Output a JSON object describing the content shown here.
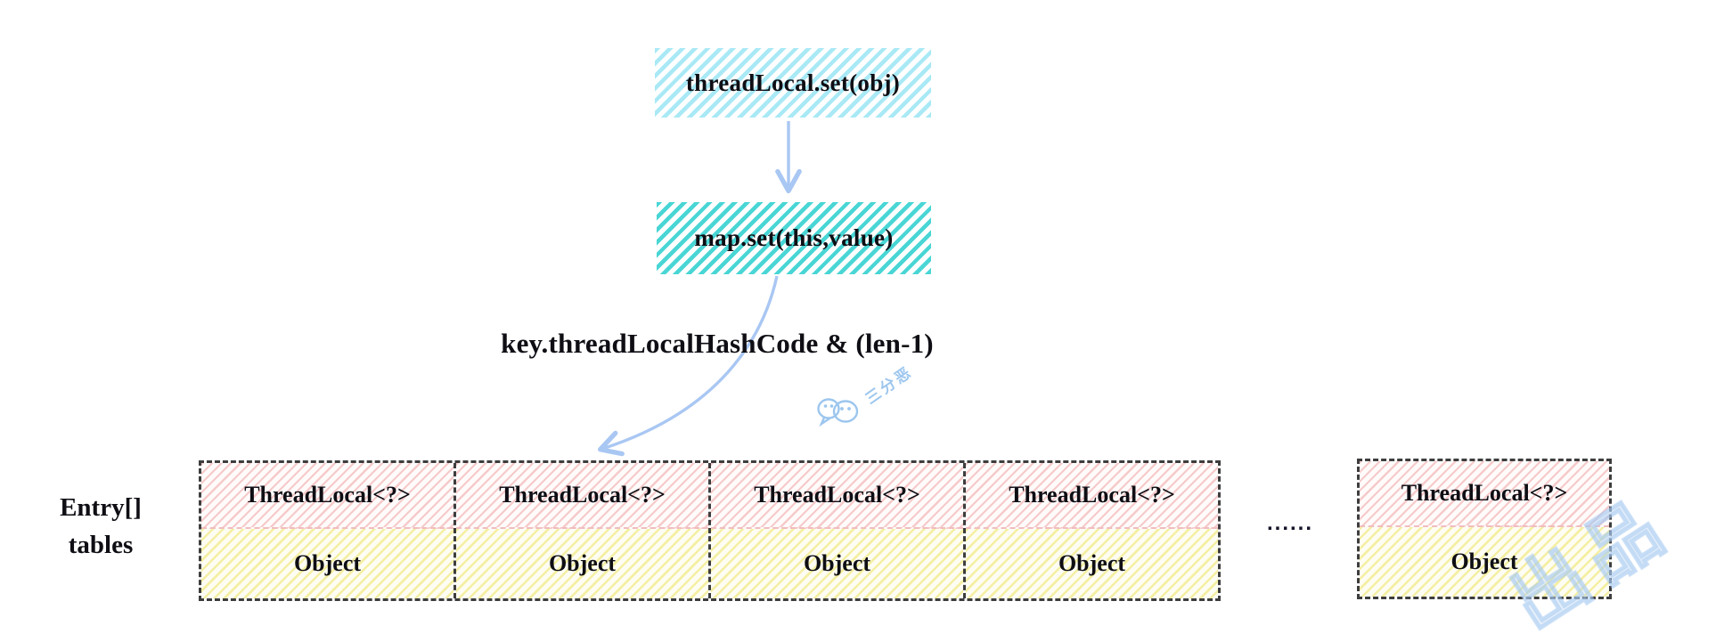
{
  "flow": {
    "step1": "threadLocal.set(obj)",
    "step2": "map.set(this,value)",
    "hash_label": "key.threadLocalHashCode & (len-1)"
  },
  "array": {
    "label_line1": "Entry[]",
    "label_line2": "tables",
    "ellipsis": "......",
    "cells": [
      {
        "key": "ThreadLocal<?>",
        "value": "Object"
      },
      {
        "key": "ThreadLocal<?>",
        "value": "Object"
      },
      {
        "key": "ThreadLocal<?>",
        "value": "Object"
      },
      {
        "key": "ThreadLocal<?>",
        "value": "Object"
      },
      {
        "key": "ThreadLocal<?>",
        "value": "Object"
      }
    ]
  },
  "watermark": {
    "brand": "三分恶",
    "corner": "出品"
  },
  "colors": {
    "step1_hatch": "#a9e9f6",
    "step2_hatch": "#49d6d5",
    "key_hatch": "#f6caca",
    "value_hatch": "#f5efa4",
    "arrow": "#a9c7f3",
    "box_border": "#3d3d3d",
    "watermark_blue": "#9cc6ee",
    "text": "#0e0e14"
  }
}
